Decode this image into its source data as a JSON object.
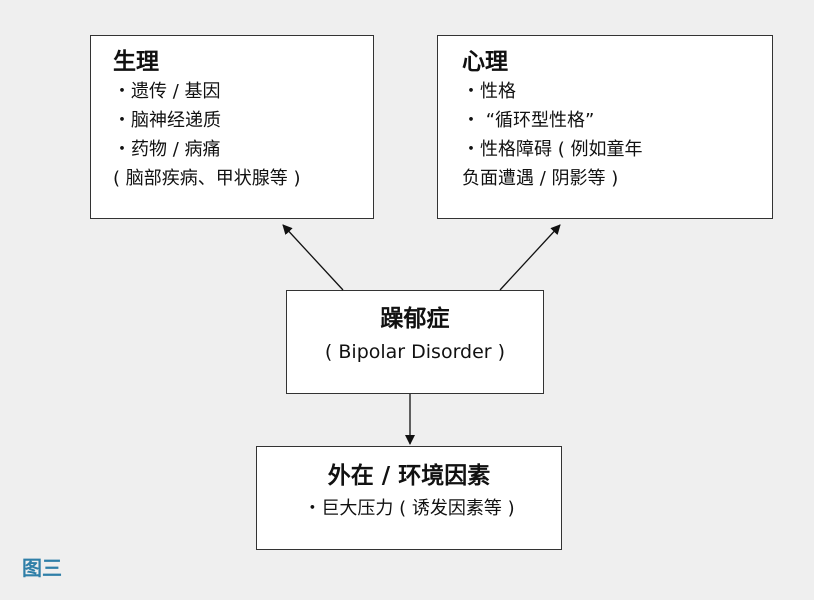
{
  "biology": {
    "title": "生理",
    "lines": [
      "・遗传 / 基因",
      "・脑神经递质",
      "・药物 / 病痛",
      "( 脑部疾病、甲状腺等 )"
    ]
  },
  "psychology": {
    "title": "心理",
    "lines": [
      "・性格",
      "・ “循环型性格”",
      "・性格障碍 ( 例如童年",
      "负面遭遇 / 阴影等 )"
    ]
  },
  "center": {
    "title": "躁郁症",
    "subtitle": "( Bipolar Disorder )"
  },
  "environment": {
    "title": "外在 / 环境因素",
    "lines": [
      "・巨大压力 ( 诱发因素等 )"
    ]
  },
  "caption": "图三",
  "colors": {
    "background": "#efefef",
    "box_fill": "#ffffff",
    "border": "#333333",
    "caption": "#2f7fa8"
  }
}
